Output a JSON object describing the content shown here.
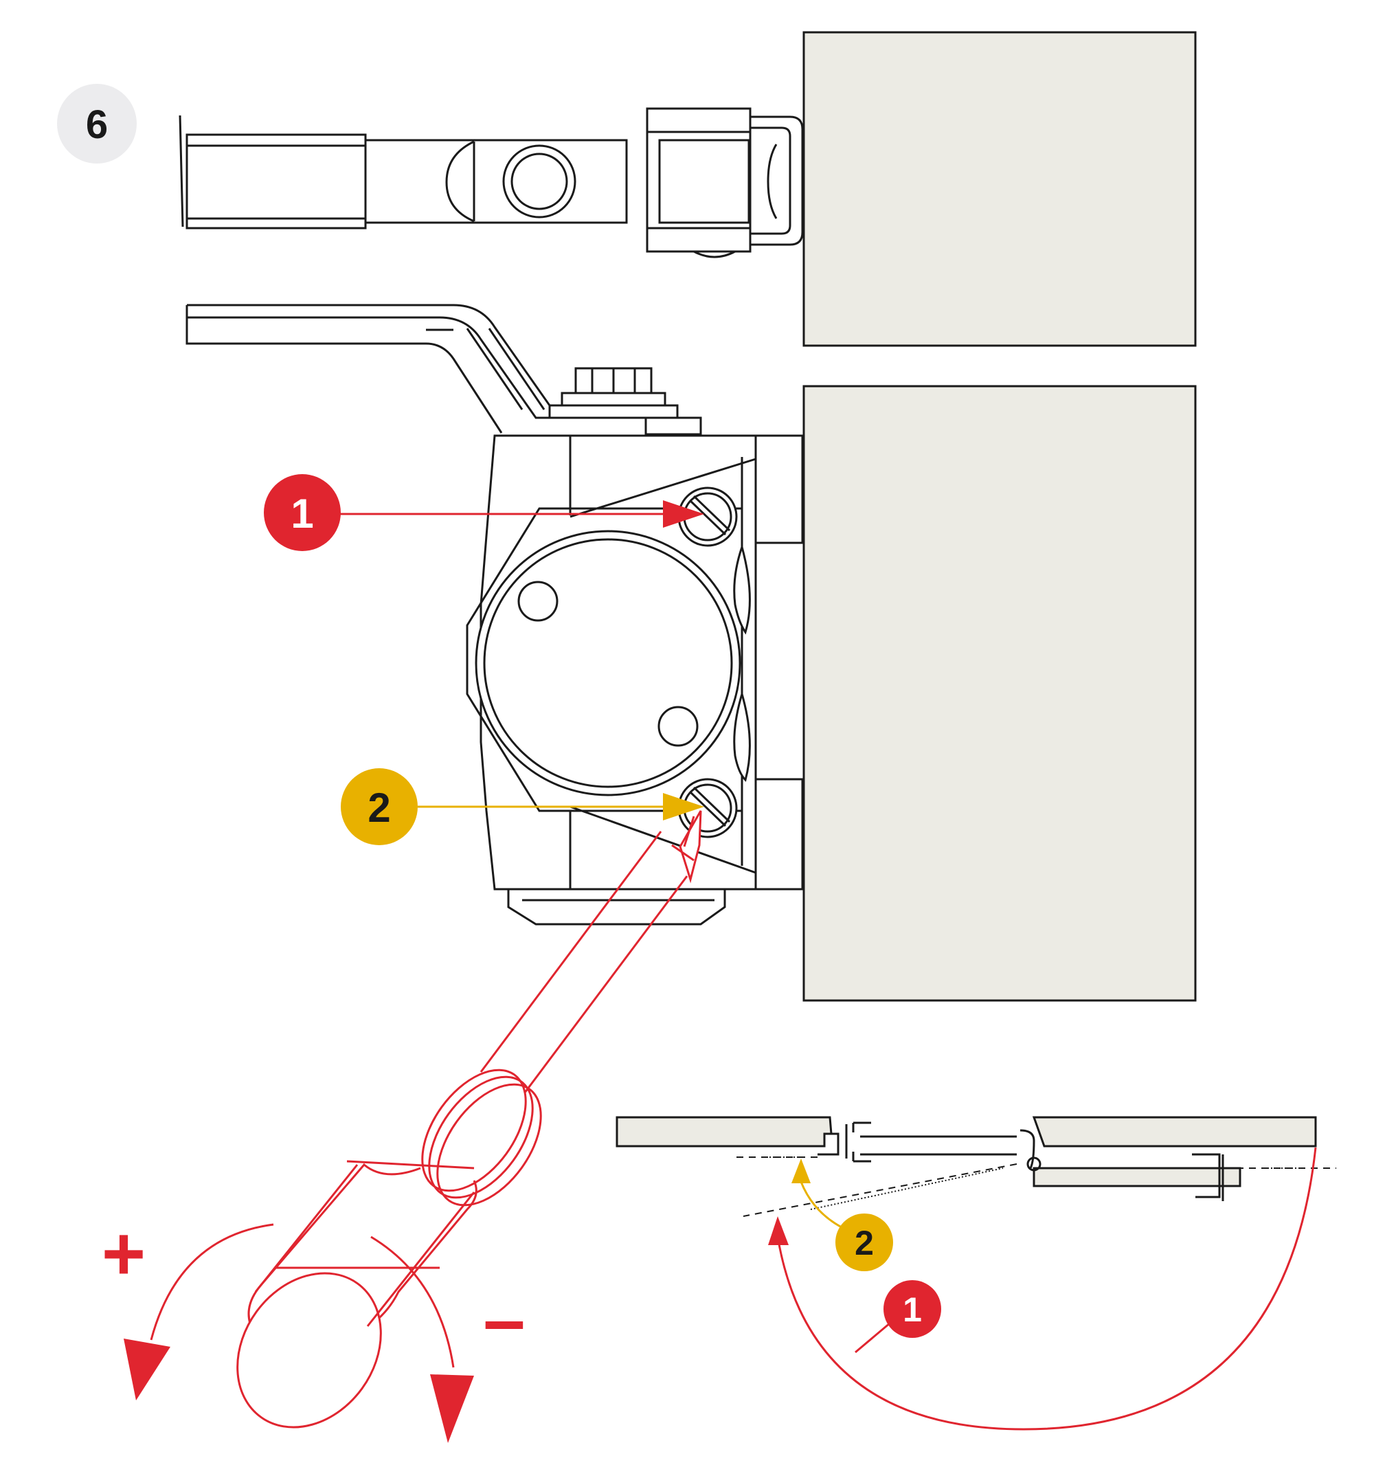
{
  "step": {
    "number": "6"
  },
  "markers": {
    "screw_upper": {
      "label": "1"
    },
    "screw_lower": {
      "label": "2"
    },
    "closing_speed": {
      "label": "1"
    },
    "latching": {
      "label": "2"
    }
  },
  "rotation": {
    "plus_symbol": "+",
    "minus_symbol": "–"
  },
  "colors": {
    "line": "#1a1a1a",
    "panel_fill": "#ecebe4",
    "accent_red": "#e0252f",
    "accent_yellow": "#e8b100",
    "badge_grey": "#ececee"
  }
}
